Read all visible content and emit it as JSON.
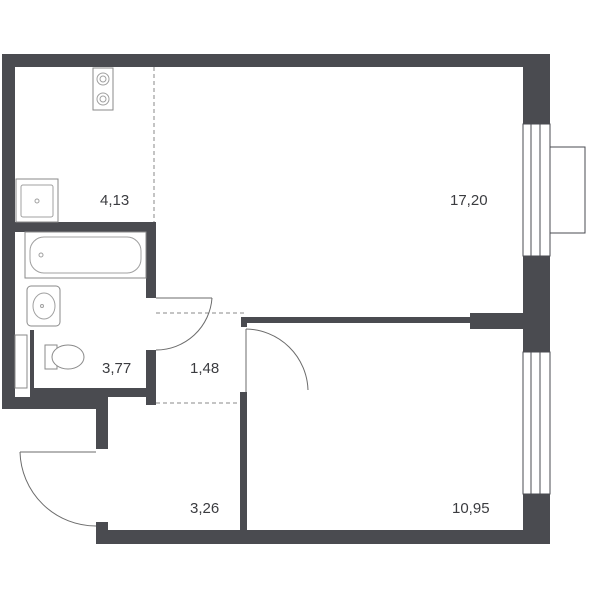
{
  "rooms": [
    {
      "id": "kitchen",
      "area": "4,13"
    },
    {
      "id": "living-room",
      "area": "17,20"
    },
    {
      "id": "bathroom",
      "area": "3,77"
    },
    {
      "id": "hallway",
      "area": "1,48"
    },
    {
      "id": "entrance-hall",
      "area": "3,26"
    },
    {
      "id": "bedroom",
      "area": "10,95"
    }
  ]
}
